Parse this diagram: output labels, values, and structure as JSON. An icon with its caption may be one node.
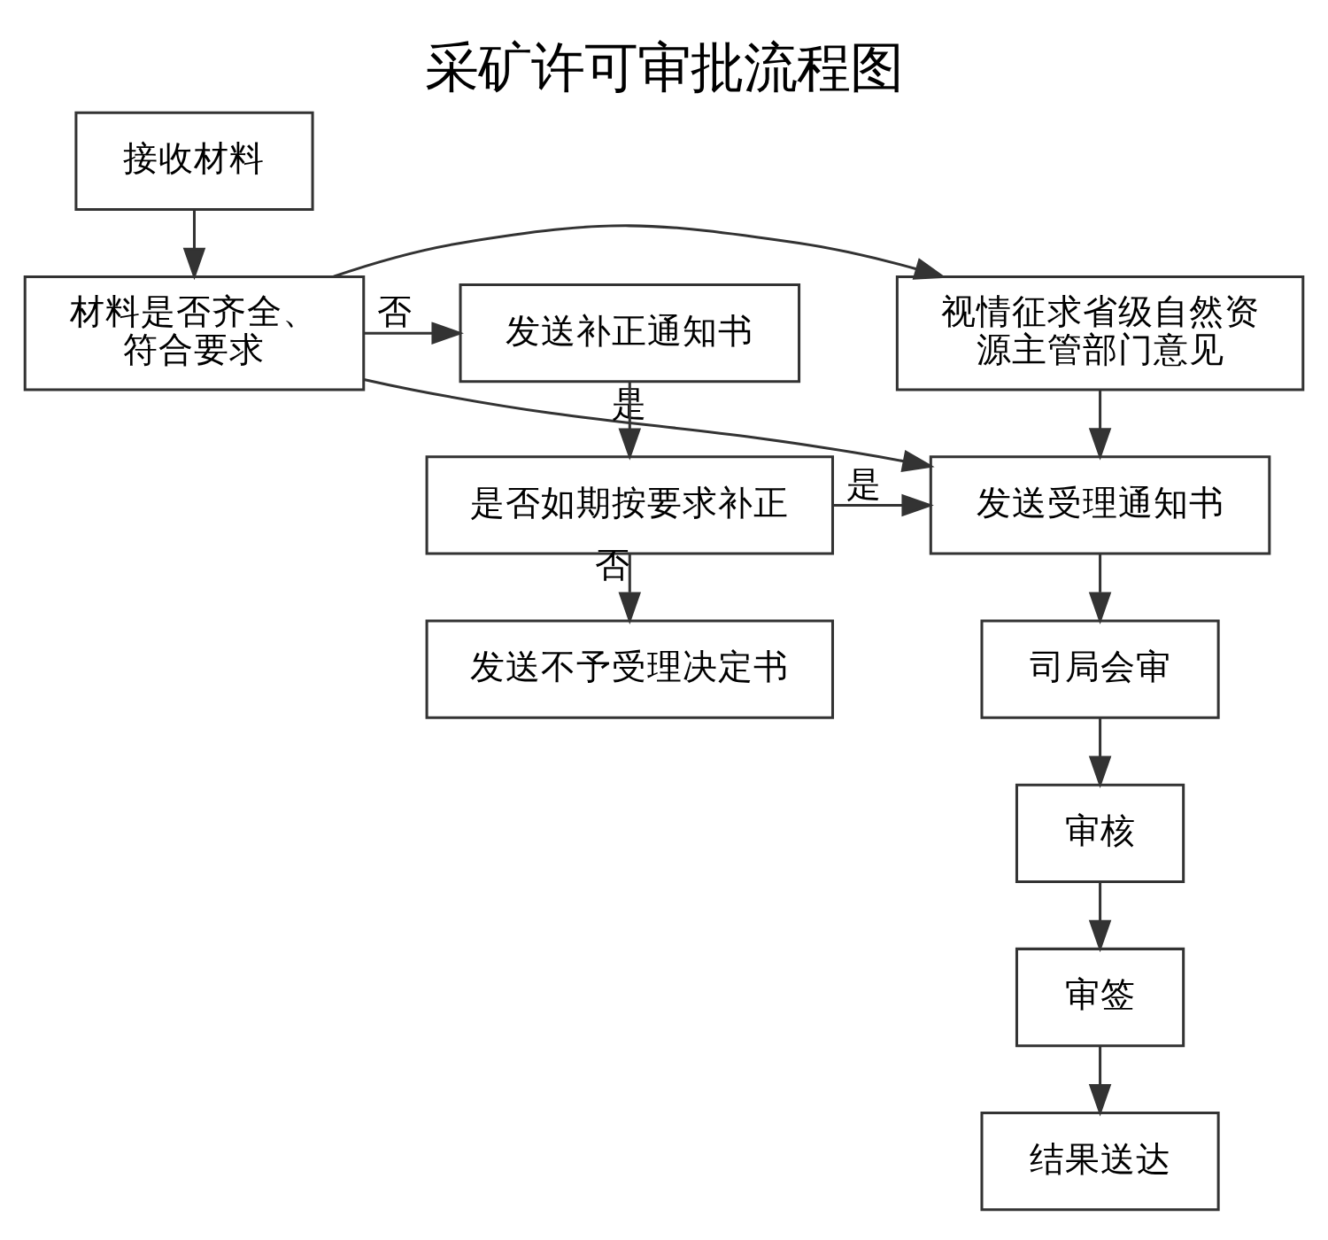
{
  "diagram": {
    "title": "采矿许可审批流程图",
    "nodes": [
      {
        "text": [
          "接收材料"
        ]
      },
      {
        "text": [
          "材料是否齐全、符合要求"
        ]
      },
      {
        "text": [
          "发送补正通知书"
        ]
      },
      {
        "text": [
          "视情征求省级自然资源主管部门意见"
        ]
      },
      {
        "text": [
          "是否如期按要求补正"
        ]
      },
      {
        "text": [
          "发送受理通知书"
        ]
      },
      {
        "text": [
          "发送不予受理决定书"
        ]
      },
      {
        "text": [
          "司局会审"
        ]
      },
      {
        "text": [
          "审核"
        ]
      },
      {
        "text": [
          "审签"
        ]
      },
      {
        "text": [
          "结果送达"
        ]
      }
    ],
    "edges": [
      {
        "from": 0,
        "to": 1,
        "arrow": "to"
      },
      {
        "from": 1,
        "to": 2,
        "arrow": "to",
        "label": "否"
      },
      {
        "from": 1,
        "to": 3,
        "arrow": "to"
      },
      {
        "from": 1,
        "to": 5,
        "arrow": "to",
        "label": "是"
      },
      {
        "from": 3,
        "to": 5,
        "arrow": "to"
      },
      {
        "from": 2,
        "to": 4,
        "arrow": "to"
      },
      {
        "from": 4,
        "to": 5,
        "arrow": "to",
        "label": "是"
      },
      {
        "from": 4,
        "to": 6,
        "arrow": "to",
        "label": "否"
      },
      {
        "from": 5,
        "to": 7,
        "arrow": "to"
      },
      {
        "from": 7,
        "to": 8,
        "arrow": "to"
      },
      {
        "from": 8,
        "to": 9,
        "arrow": "to"
      },
      {
        "from": 9,
        "to": 10,
        "arrow": "to"
      }
    ]
  }
}
